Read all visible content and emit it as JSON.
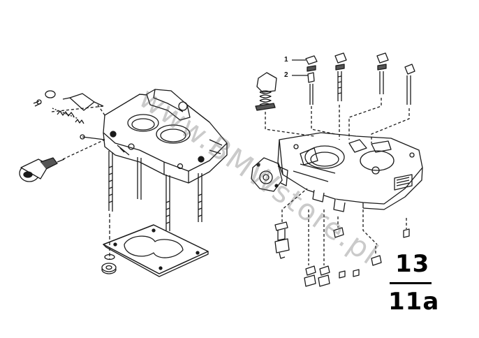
{
  "callouts": [
    "1",
    "2"
  ],
  "group_number": "13",
  "sub_group": "11a",
  "watermark": "www.BMWstore.pl",
  "colors": {
    "line": "#1a1a1a",
    "fill": "#ffffff",
    "shade": "#555555"
  }
}
